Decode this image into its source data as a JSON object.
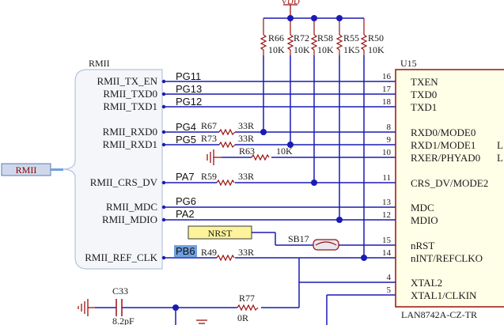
{
  "power": {
    "label": "VDD"
  },
  "sheet_symbol": {
    "title": "RMII",
    "ports": [
      "RMII_TX_EN",
      "RMII_TXD0",
      "RMII_TXD1",
      "RMII_RXD0",
      "RMII_RXD1",
      "RMII_CRS_DV",
      "RMII_MDC",
      "RMII_MDIO",
      "RMII_REF_CLK"
    ]
  },
  "bus_port": {
    "label": "RMII"
  },
  "ic": {
    "refdes": "U15",
    "part": "LAN8742A-CZ-TR",
    "pins": [
      {
        "num": "16",
        "name": "TXEN"
      },
      {
        "num": "17",
        "name": "TXD0"
      },
      {
        "num": "18",
        "name": "TXD1"
      },
      {
        "num": "8",
        "name": "RXD0/MODE0"
      },
      {
        "num": "9",
        "name": "RXD1/MODE1"
      },
      {
        "num": "10",
        "name": "RXER/PHYAD0"
      },
      {
        "num": "11",
        "name": "CRS_DV/MODE2"
      },
      {
        "num": "13",
        "name": "MDC"
      },
      {
        "num": "12",
        "name": "MDIO"
      },
      {
        "num": "15",
        "name": "nRST"
      },
      {
        "num": "14",
        "name": "nINT/REFCLKO"
      },
      {
        "num": "4",
        "name": "XTAL2"
      },
      {
        "num": "5",
        "name": "XTAL1/CLKIN"
      }
    ],
    "right_edge_glyphs": [
      "L",
      "L"
    ]
  },
  "pullups": [
    {
      "ref": "R66",
      "value": "10K"
    },
    {
      "ref": "R72",
      "value": "10K"
    },
    {
      "ref": "R58",
      "value": "10K"
    },
    {
      "ref": "R55",
      "value": "1K5"
    },
    {
      "ref": "R50",
      "value": "10K"
    }
  ],
  "nets": [
    "PG11",
    "PG13",
    "PG12",
    "PG4",
    "PG5",
    "PA7",
    "PG6",
    "PA2",
    "PB6"
  ],
  "series_resistors": [
    {
      "ref": "R67",
      "value": "33R"
    },
    {
      "ref": "R73",
      "value": "33R"
    },
    {
      "ref": "R63",
      "value": "10K"
    },
    {
      "ref": "R59",
      "value": "33R"
    },
    {
      "ref": "R49",
      "value": "33R"
    },
    {
      "ref": "R77",
      "value": "0R"
    }
  ],
  "nrst_port": {
    "label": "NRST"
  },
  "solder_bridge": {
    "ref": "SB17"
  },
  "capacitor": {
    "ref": "C33",
    "value": "8.2pF"
  },
  "colors": {
    "wire": "#1a1ab4",
    "component": "#9a1010",
    "sheet": "#b8c4da",
    "highlight": "#6fa0e0",
    "port_fill": "#fdf39a"
  }
}
